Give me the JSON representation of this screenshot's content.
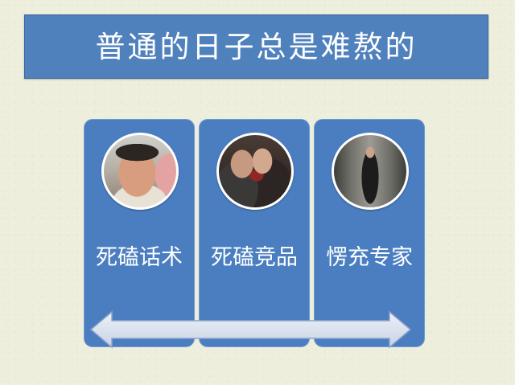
{
  "slide": {
    "title": "普通的日子总是难熬的",
    "panels": [
      {
        "label": "死磕话术"
      },
      {
        "label": "死磕竞品"
      },
      {
        "label": "愣充专家"
      }
    ]
  },
  "icons": {
    "arrow": "double-headed-arrow-icon"
  },
  "colors": {
    "background": "#eeeedc",
    "title_fill": "#4f81bd",
    "panel_fill": "#4a7ec0",
    "arrow_fill": "#dde4f0",
    "arrow_stroke": "#8ea3c6",
    "text": "#ffffff"
  }
}
